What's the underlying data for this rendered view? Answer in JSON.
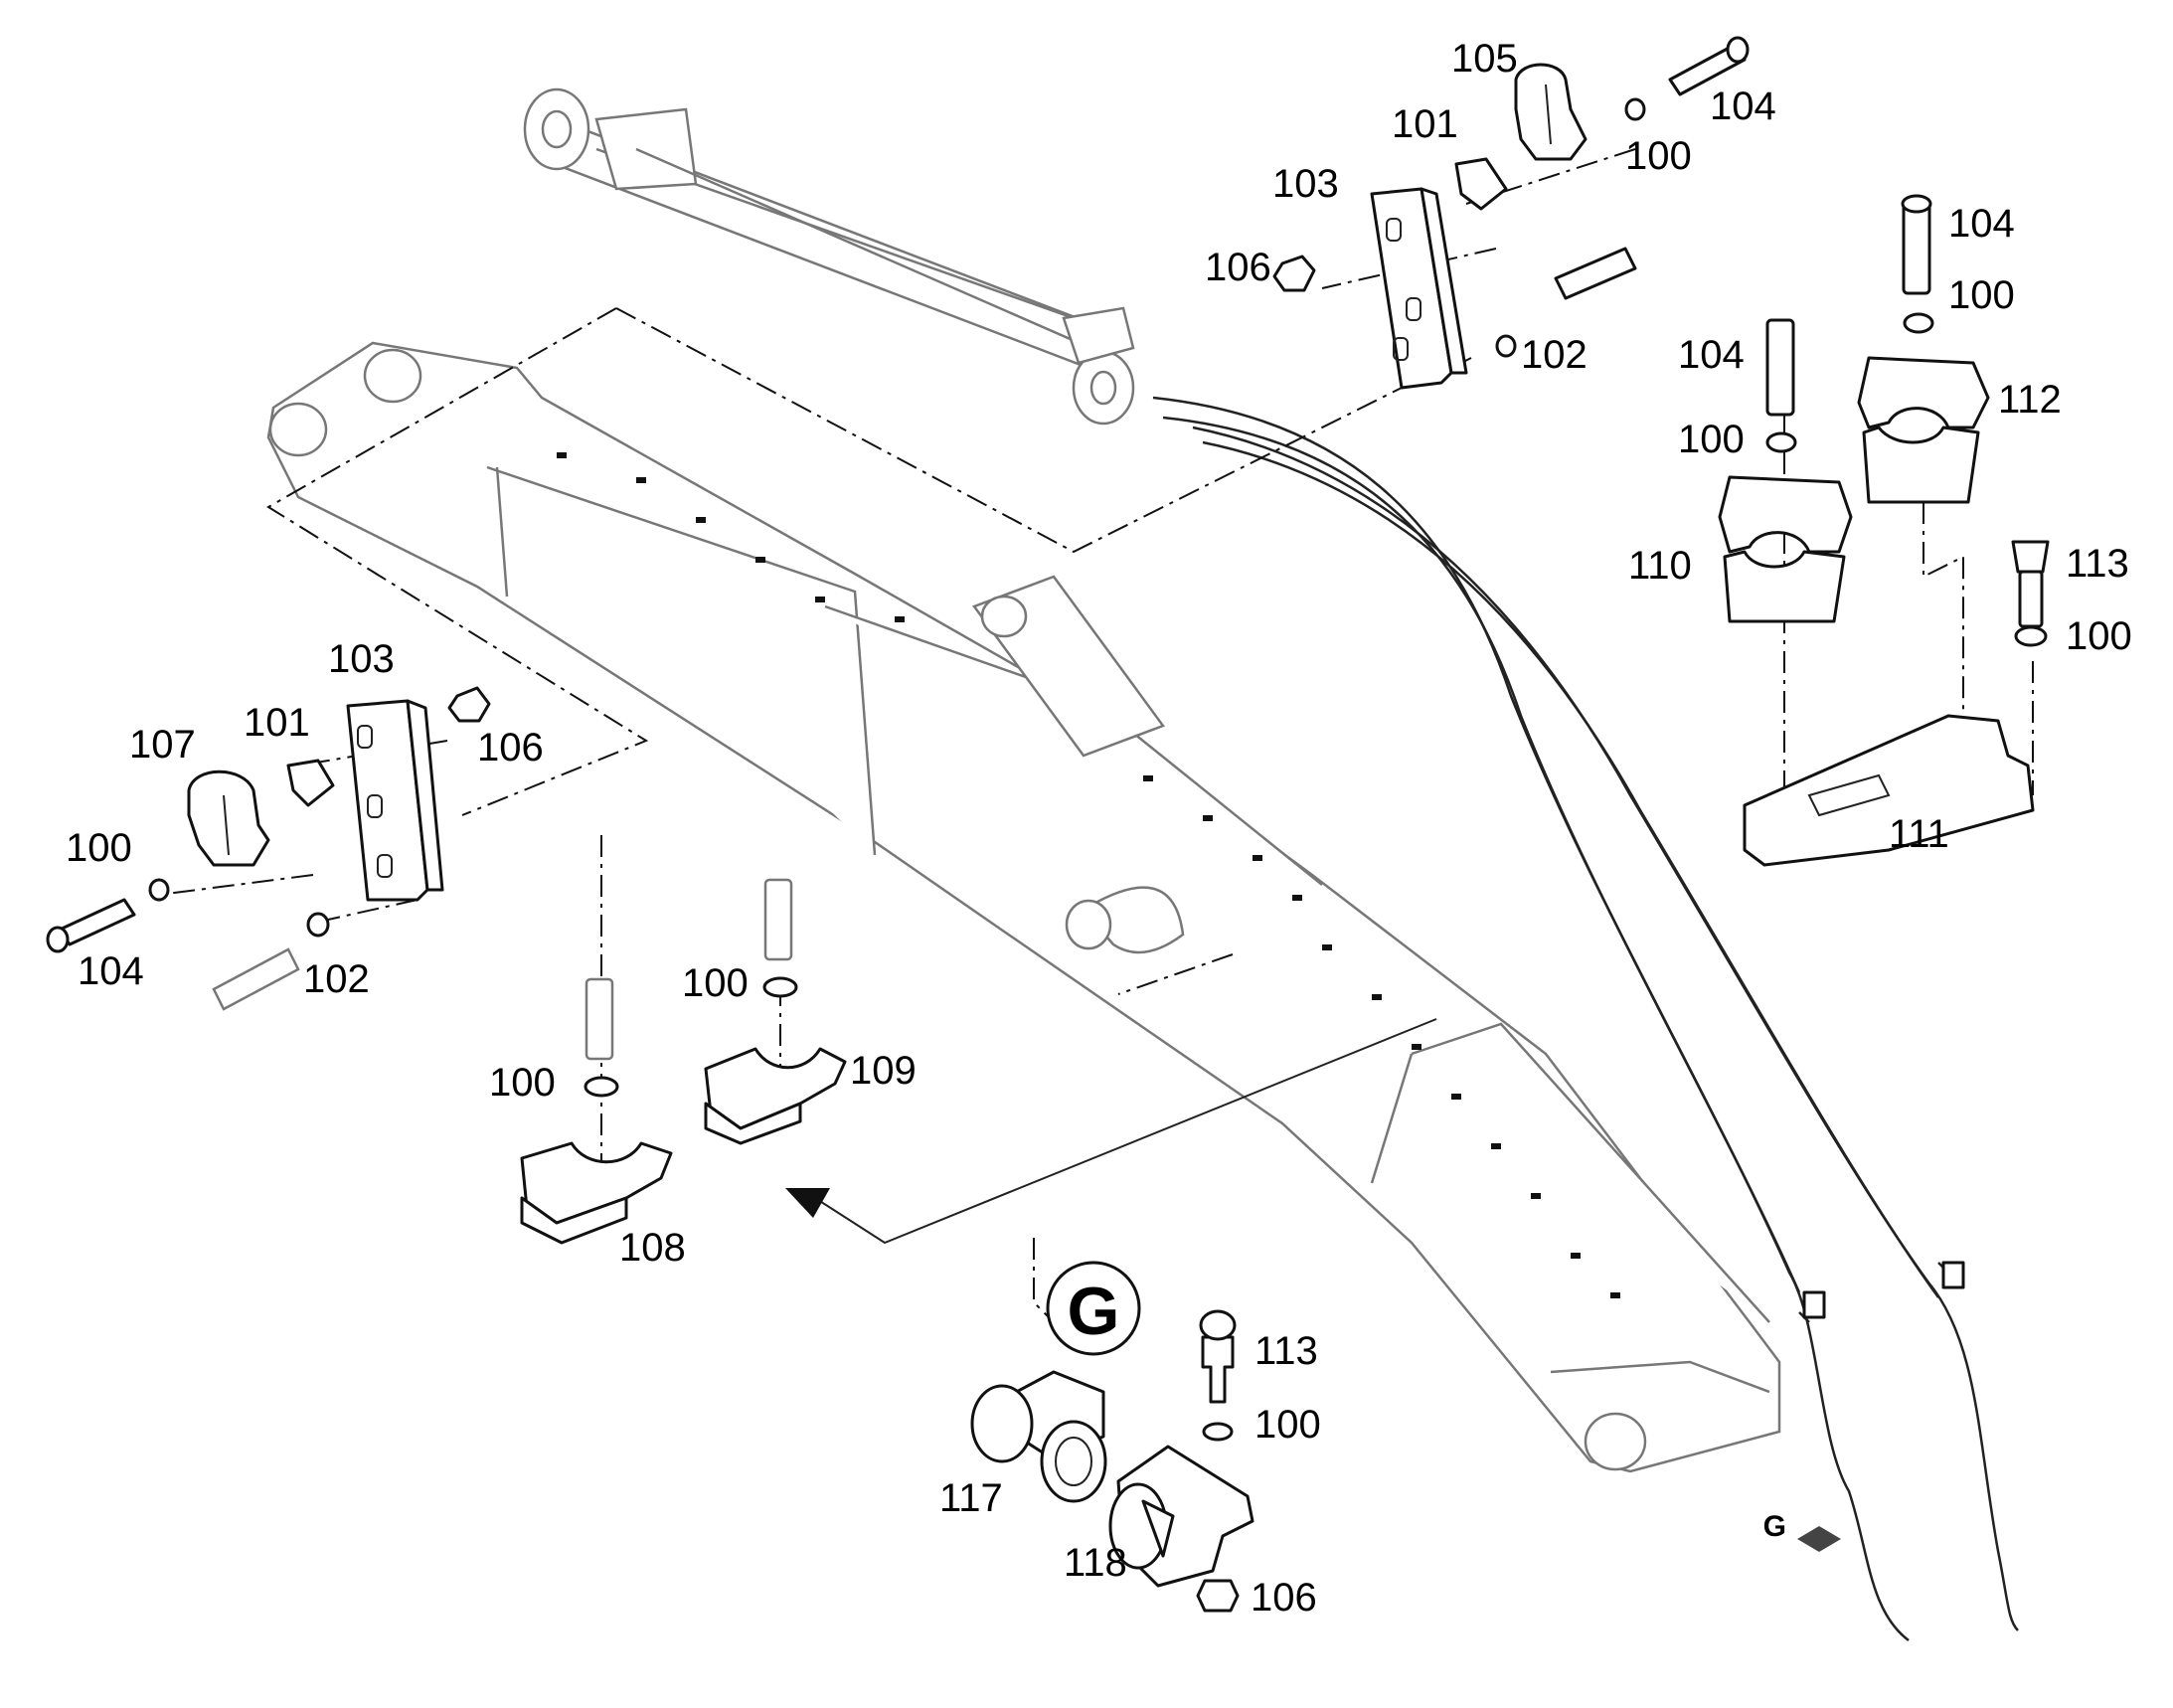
{
  "callouts": [
    {
      "id": "c105a",
      "text": "105"
    },
    {
      "id": "c104a",
      "text": "104"
    },
    {
      "id": "c101a",
      "text": "101"
    },
    {
      "id": "c100a",
      "text": "100"
    },
    {
      "id": "c103a",
      "text": "103"
    },
    {
      "id": "c106a",
      "text": "106"
    },
    {
      "id": "c102a",
      "text": "102"
    },
    {
      "id": "c104b",
      "text": "104"
    },
    {
      "id": "c100b",
      "text": "100"
    },
    {
      "id": "c104c",
      "text": "104"
    },
    {
      "id": "c112",
      "text": "112"
    },
    {
      "id": "c100c",
      "text": "100"
    },
    {
      "id": "c113a",
      "text": "113"
    },
    {
      "id": "c110",
      "text": "110"
    },
    {
      "id": "c100d",
      "text": "100"
    },
    {
      "id": "c111",
      "text": "111"
    },
    {
      "id": "c103b",
      "text": "103"
    },
    {
      "id": "c107",
      "text": "107"
    },
    {
      "id": "c101b",
      "text": "101"
    },
    {
      "id": "c106b",
      "text": "106"
    },
    {
      "id": "c100e",
      "text": "100"
    },
    {
      "id": "c104d",
      "text": "104"
    },
    {
      "id": "c102b",
      "text": "102"
    },
    {
      "id": "c100f",
      "text": "100"
    },
    {
      "id": "c109",
      "text": "109"
    },
    {
      "id": "c100g",
      "text": "100"
    },
    {
      "id": "c108",
      "text": "108"
    },
    {
      "id": "c113b",
      "text": "113"
    },
    {
      "id": "c100h",
      "text": "100"
    },
    {
      "id": "c117",
      "text": "117"
    },
    {
      "id": "c118",
      "text": "118"
    },
    {
      "id": "c106c",
      "text": "106"
    }
  ],
  "detail_marker": {
    "letter": "G"
  },
  "detail_flag": {
    "letter": "G"
  }
}
